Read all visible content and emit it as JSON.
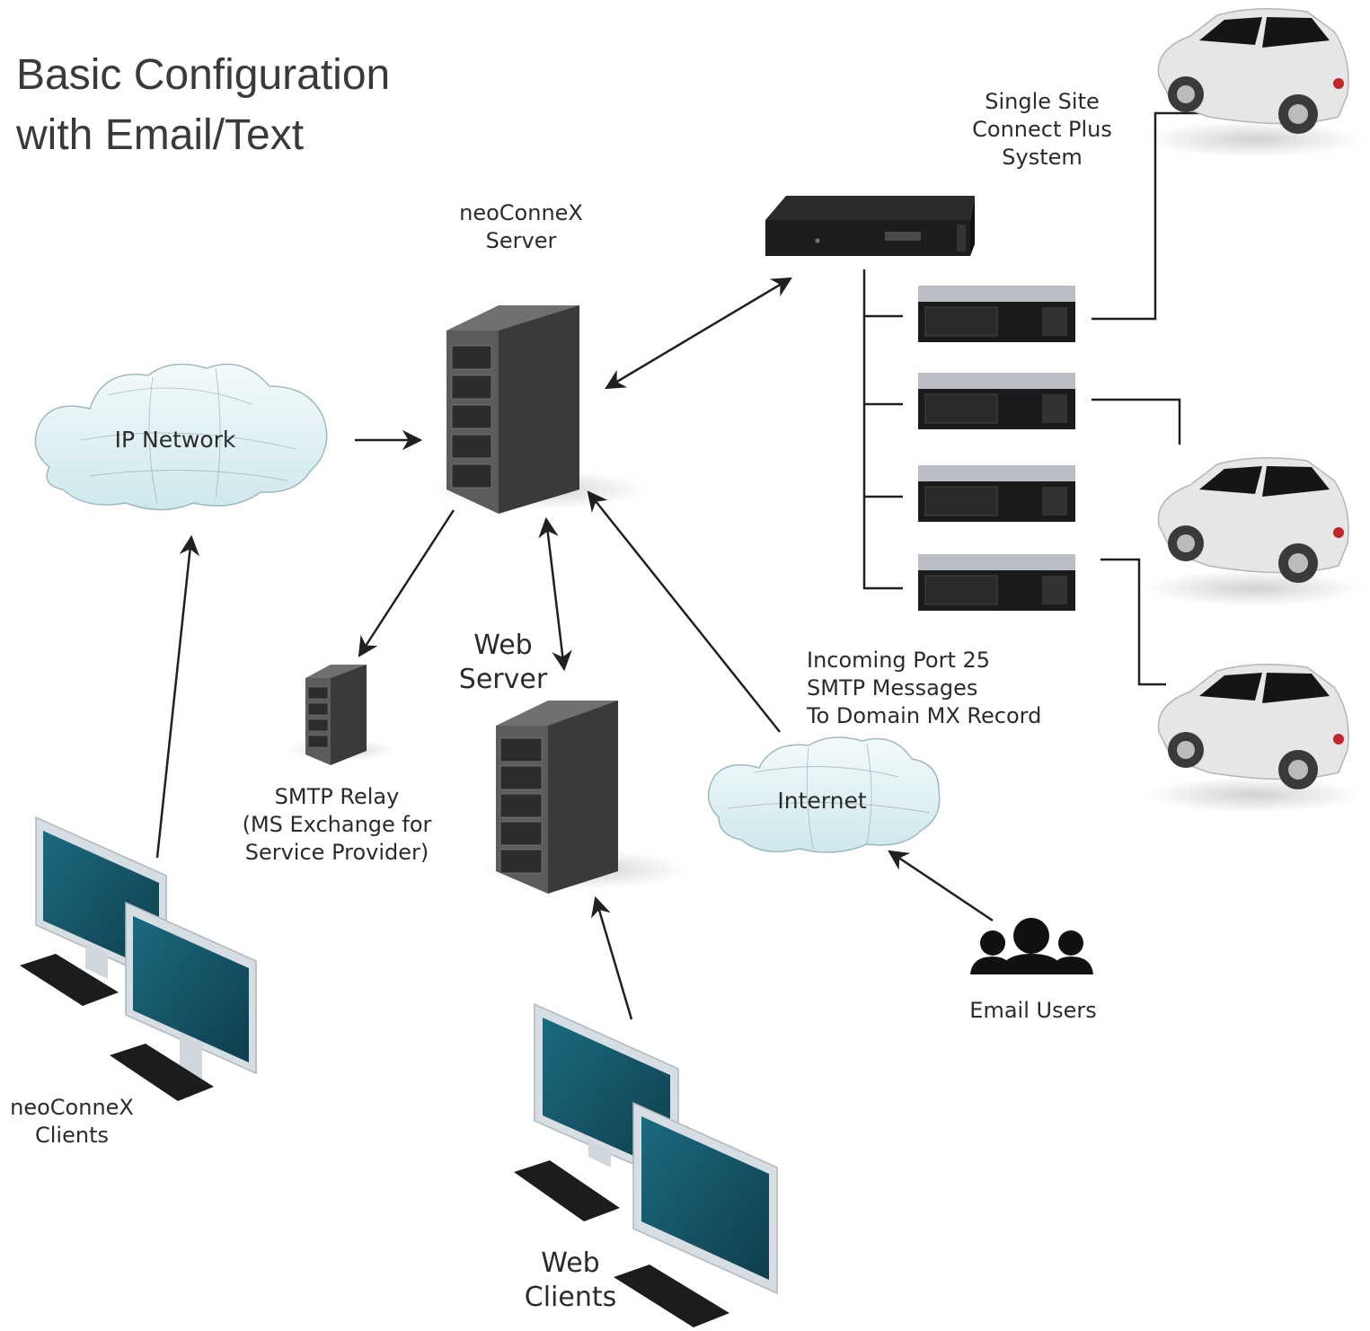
{
  "title": "Basic Configuration\nwith Email/Text",
  "labels": {
    "neoconnex_server": "neoConneX\nServer",
    "single_site": "Single Site\nConnect Plus\nSystem",
    "ip_network": "IP Network",
    "web_server": "Web\nServer",
    "smtp_relay": "SMTP Relay\n(MS Exchange for\nService Provider)",
    "incoming": "Incoming Port 25\nSMTP Messages\nTo Domain MX Record",
    "internet": "Internet",
    "email_users": "Email Users",
    "neoconnex_clients": "neoConneX\nClients",
    "web_clients": "Web\nClients"
  },
  "colors": {
    "server_body": "#5a5a5c",
    "server_side": "#3c3c3e",
    "server_top": "#6e6e70",
    "monitor_screen": "#1e5f73",
    "monitor_frame": "#d9dee3",
    "cloud_fill": "#e6f3f5",
    "car_body": "#e8e8e8",
    "arrow": "#231f20"
  }
}
